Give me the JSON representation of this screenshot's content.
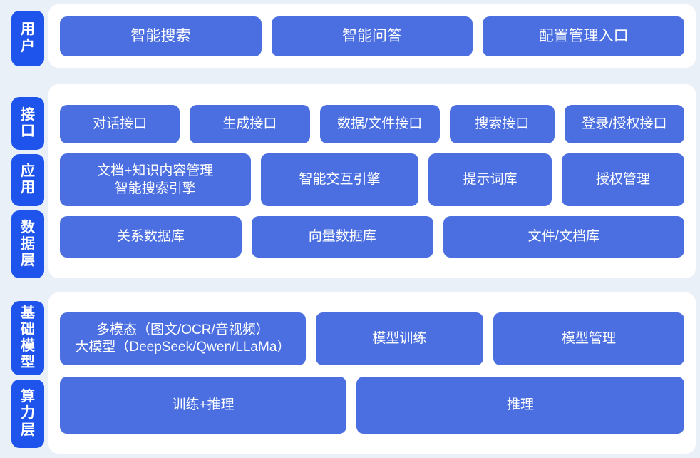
{
  "theme": {
    "page_background": "#eaf0f8",
    "panel_background": "#ffffff",
    "tab_color": "#1f54ec",
    "box_color": "#4b6fe0",
    "text_color": "#ffffff"
  },
  "sections": [
    {
      "id": "user",
      "tabs": [
        {
          "label": "用户"
        }
      ],
      "rows": [
        {
          "boxes": [
            {
              "label": "智能搜索",
              "flex": 1
            },
            {
              "label": "智能问答",
              "flex": 1
            },
            {
              "label": "配置管理入口",
              "flex": 1
            }
          ]
        }
      ]
    },
    {
      "id": "middle",
      "tabs": [
        {
          "label": "接口"
        },
        {
          "label": "应用"
        },
        {
          "label": "数据层"
        }
      ],
      "rows": [
        {
          "boxes": [
            {
              "label": "对话接口",
              "flex": 1
            },
            {
              "label": "生成接口",
              "flex": 1
            },
            {
              "label": "数据/文件接口",
              "flex": 1
            },
            {
              "label": "搜索接口",
              "flex": 0.86
            },
            {
              "label": "登录/授权接口",
              "flex": 1
            }
          ]
        },
        {
          "boxes": [
            {
              "label": "文档+知识内容管理\n智能搜索引擎",
              "flex": 1.32
            },
            {
              "label": "智能交互引擎",
              "flex": 1.08
            },
            {
              "label": "提示词库",
              "flex": 0.82
            },
            {
              "label": "授权管理",
              "flex": 0.82
            }
          ]
        },
        {
          "boxes": [
            {
              "label": "关系数据库",
              "flex": 1
            },
            {
              "label": "向量数据库",
              "flex": 1
            },
            {
              "label": "文件/文档库",
              "flex": 1.35
            }
          ]
        }
      ]
    },
    {
      "id": "base",
      "tabs": [
        {
          "label": "基础模型"
        },
        {
          "label": "算力层"
        }
      ],
      "rows": [
        {
          "boxes": [
            {
              "label": "多模态（图文/OCR/音视频）\n大模型（DeepSeek/Qwen/LLaMa）",
              "flex": 1.5,
              "multiline": true
            },
            {
              "label": "模型训练",
              "flex": 1
            },
            {
              "label": "模型管理",
              "flex": 1.15
            }
          ]
        },
        {
          "boxes": [
            {
              "label": "训练+推理",
              "flex": 1
            },
            {
              "label": "推理",
              "flex": 1.15
            }
          ]
        }
      ]
    }
  ]
}
